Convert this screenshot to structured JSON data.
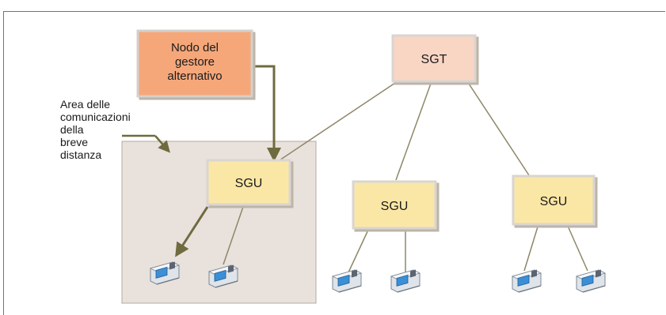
{
  "nodes": {
    "alternative_node": {
      "line1": "Nodo del",
      "line2": "gestore",
      "line3": "alternativo"
    },
    "sgt": {
      "label": "SGT"
    },
    "sgu_local": {
      "label": "SGU"
    },
    "sgu_middle": {
      "label": "SGU"
    },
    "sgu_right": {
      "label": "SGU"
    }
  },
  "area": {
    "caption_lines": [
      "Area delle",
      "comunicazioni",
      "della",
      "breve",
      "distanza"
    ]
  },
  "colors": {
    "frame": "#2e9a6b",
    "alternative_node_fill": "#f5a77a",
    "sgt_fill": "#f9d5c4",
    "sgu_fill": "#fbe7a5",
    "area_fill": "#e8e1dc",
    "link": "#8e8768",
    "arrow": "#6f6b3f"
  },
  "icons": {
    "terminal": "terminal-device-icon"
  }
}
